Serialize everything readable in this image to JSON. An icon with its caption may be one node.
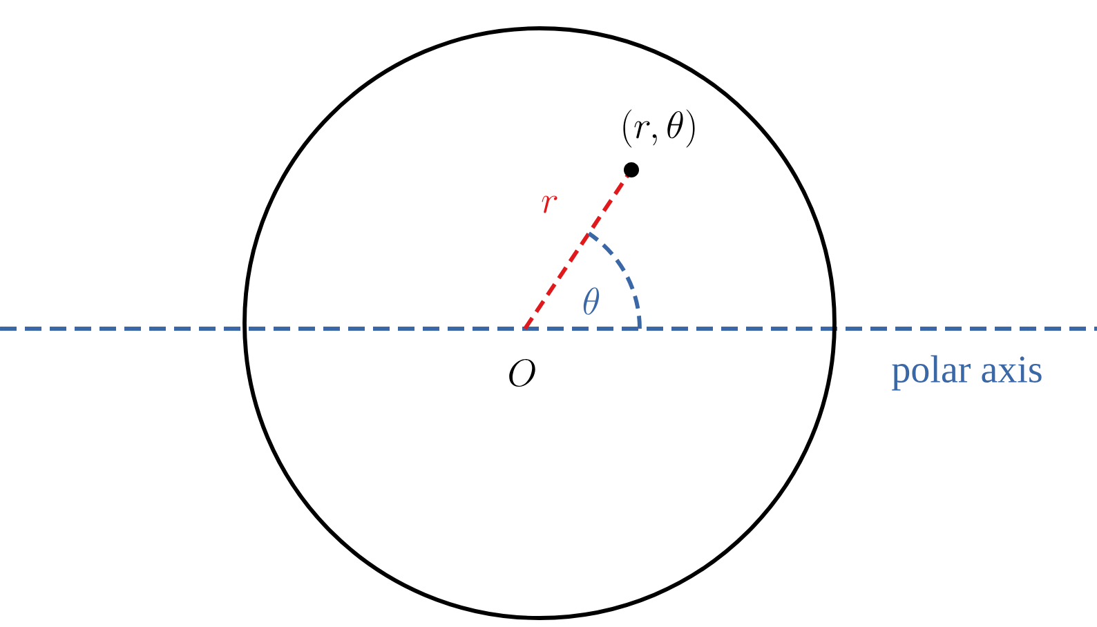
{
  "diagram": {
    "labels": [
      "(r, \\theta)",
      "r",
      "\\theta",
      "O",
      "polar axis"
    ]
  }
}
